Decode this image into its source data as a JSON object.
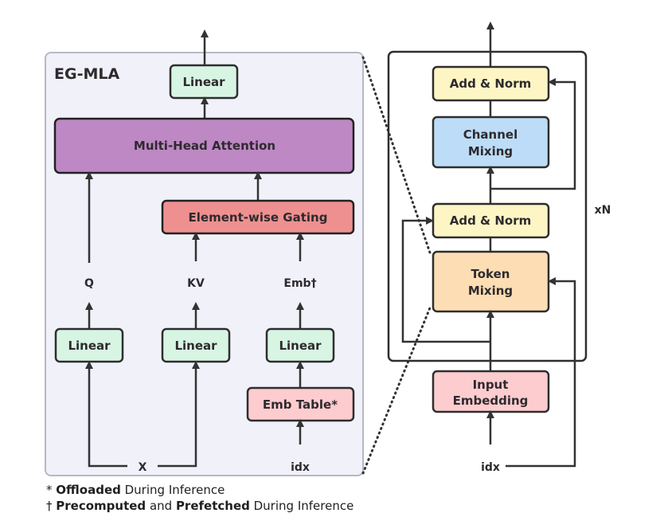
{
  "left_panel": {
    "title": "EG-MLA",
    "top_linear": "Linear",
    "attention": "Multi-Head Attention",
    "gating": "Element-wise Gating",
    "labels": {
      "q": "Q",
      "kv": "KV",
      "emb": "Emb†"
    },
    "linear_q": "Linear",
    "linear_kv": "Linear",
    "linear_emb": "Linear",
    "emb_table": "Emb Table*",
    "input_x": "X",
    "input_idx": "idx"
  },
  "right_panel": {
    "add_norm_top": "Add & Norm",
    "channel_mixing_line1": "Channel",
    "channel_mixing_line2": "Mixing",
    "add_norm_bottom": "Add & Norm",
    "token_mixing_line1": "Token",
    "token_mixing_line2": "Mixing",
    "repeat": "xN",
    "input_embedding_line1": "Input",
    "input_embedding_line2": "Embedding",
    "input_idx": "idx"
  },
  "footnotes": [
    {
      "symbol": "*",
      "bold": "Offloaded",
      "rest": " During Inference"
    },
    {
      "symbol": "†",
      "bold": "Precomputed",
      "mid": " and ",
      "bold2": "Prefetched",
      "rest": " During Inference"
    }
  ],
  "colors": {
    "panel_bg": "#f1f1fa",
    "panel_border": "#b8b8c4",
    "linear": "#d8f5e4",
    "attention": "#bd88c4",
    "gating": "#ee9090",
    "emb_table": "#fccccf",
    "add_norm": "#fdf6c4",
    "channel_mixing": "#bddcf7",
    "token_mixing": "#fdddb3",
    "input_embedding": "#fccccf",
    "stroke": "#2e2e2e"
  }
}
